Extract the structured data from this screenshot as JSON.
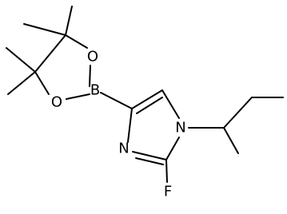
{
  "molecule": {
    "atoms": {
      "O_top": "O",
      "O_bottom": "O",
      "B": "B",
      "N1": "N",
      "N3": "N",
      "F": "F"
    }
  },
  "colors": {
    "background": "#ffffff",
    "bond": "#000000",
    "label": "#000000"
  }
}
